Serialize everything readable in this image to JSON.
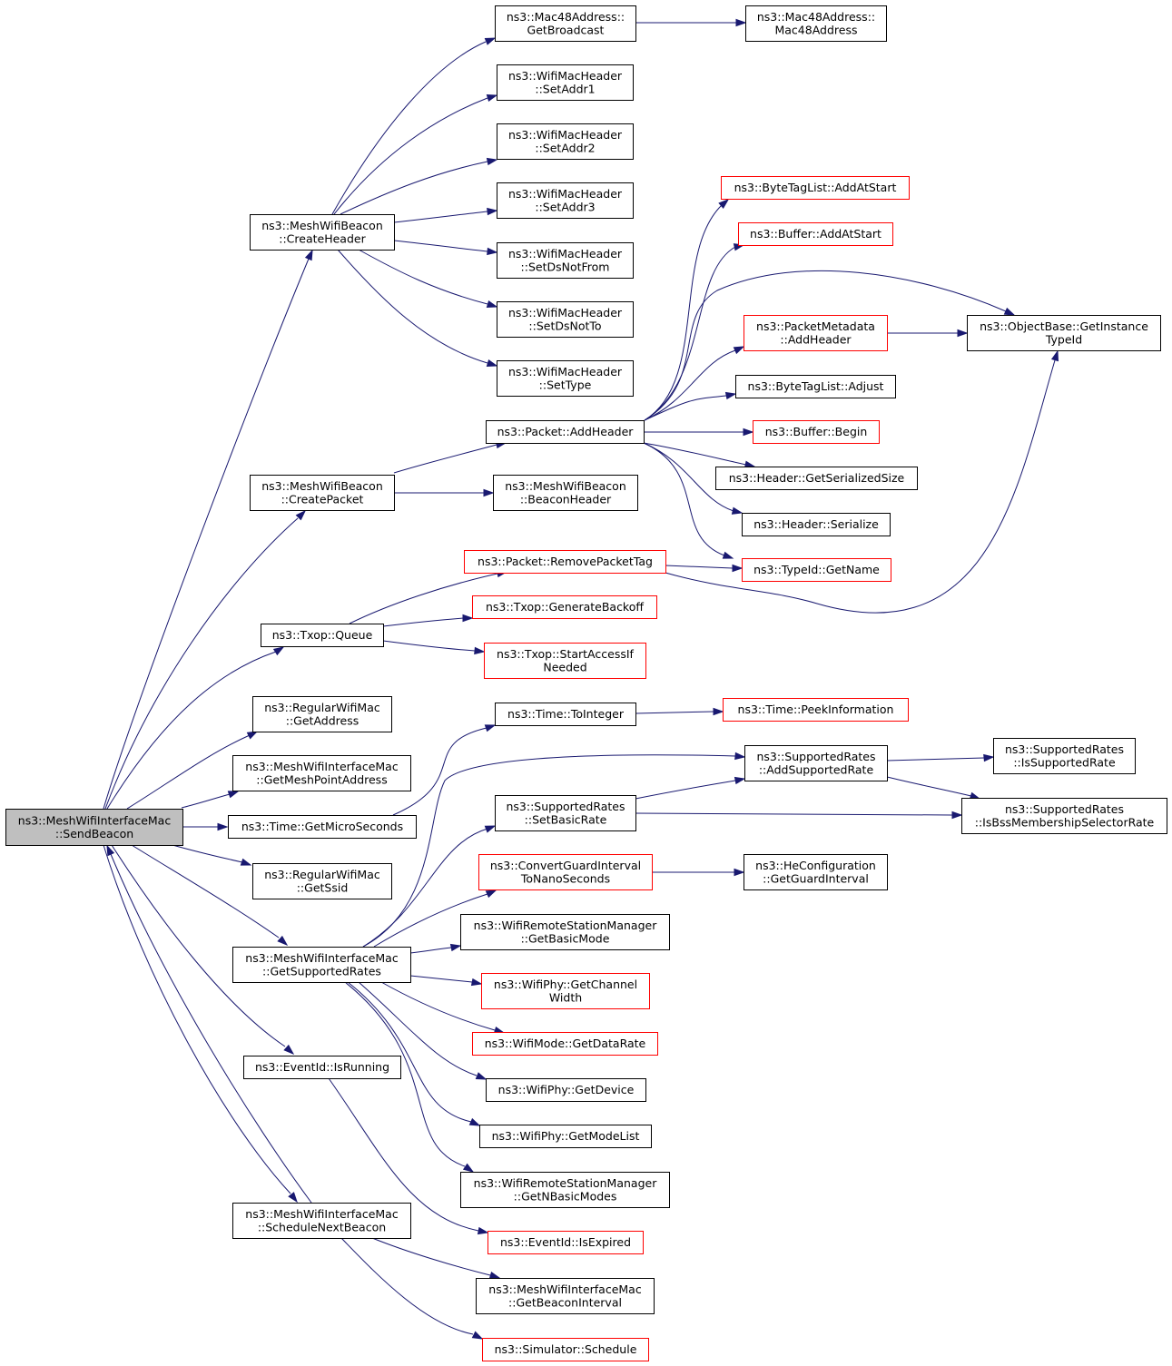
{
  "diagram": {
    "colors": {
      "edge": "#191970",
      "box_border": "#000000",
      "truncated_border": "#ff0000",
      "root_fill": "#bfbfbf"
    },
    "nodes": {
      "send_beacon": {
        "lines": [
          "ns3::MeshWifiInterfaceMac",
          "::SendBeacon"
        ]
      },
      "create_header": {
        "lines": [
          "ns3::MeshWifiBeacon",
          "::CreateHeader"
        ]
      },
      "create_packet": {
        "lines": [
          "ns3::MeshWifiBeacon",
          "::CreatePacket"
        ]
      },
      "txop_queue": {
        "lines": [
          "ns3::Txop::Queue"
        ]
      },
      "regular_get_address": {
        "lines": [
          "ns3::RegularWifiMac",
          "::GetAddress"
        ]
      },
      "get_mesh_point_address": {
        "lines": [
          "ns3::MeshWifiInterfaceMac",
          "::GetMeshPointAddress"
        ]
      },
      "time_get_microseconds": {
        "lines": [
          "ns3::Time::GetMicroSeconds"
        ]
      },
      "regular_get_ssid": {
        "lines": [
          "ns3::RegularWifiMac",
          "::GetSsid"
        ]
      },
      "get_supported_rates": {
        "lines": [
          "ns3::MeshWifiInterfaceMac",
          "::GetSupportedRates"
        ]
      },
      "eventid_is_running": {
        "lines": [
          "ns3::EventId::IsRunning"
        ]
      },
      "schedule_next_beacon": {
        "lines": [
          "ns3::MeshWifiInterfaceMac",
          "::ScheduleNextBeacon"
        ]
      },
      "mac48_get_broadcast": {
        "lines": [
          "ns3::Mac48Address::",
          "GetBroadcast"
        ]
      },
      "mac48_ctor": {
        "lines": [
          "ns3::Mac48Address::",
          "Mac48Address"
        ]
      },
      "set_addr1": {
        "lines": [
          "ns3::WifiMacHeader",
          "::SetAddr1"
        ]
      },
      "set_addr2": {
        "lines": [
          "ns3::WifiMacHeader",
          "::SetAddr2"
        ]
      },
      "set_addr3": {
        "lines": [
          "ns3::WifiMacHeader",
          "::SetAddr3"
        ]
      },
      "set_ds_not_from": {
        "lines": [
          "ns3::WifiMacHeader",
          "::SetDsNotFrom"
        ]
      },
      "set_ds_not_to": {
        "lines": [
          "ns3::WifiMacHeader",
          "::SetDsNotTo"
        ]
      },
      "set_type": {
        "lines": [
          "ns3::WifiMacHeader",
          "::SetType"
        ]
      },
      "packet_add_header": {
        "lines": [
          "ns3::Packet::AddHeader"
        ]
      },
      "beacon_header": {
        "lines": [
          "ns3::MeshWifiBeacon",
          "::BeaconHeader"
        ]
      },
      "remove_packet_tag": {
        "lines": [
          "ns3::Packet::RemovePacketTag"
        ]
      },
      "generate_backoff": {
        "lines": [
          "ns3::Txop::GenerateBackoff"
        ]
      },
      "start_access_if_needed": {
        "lines": [
          "ns3::Txop::StartAccessIf",
          "Needed"
        ]
      },
      "time_to_integer": {
        "lines": [
          "ns3::Time::ToInteger"
        ]
      },
      "set_basic_rate": {
        "lines": [
          "ns3::SupportedRates",
          "::SetBasicRate"
        ]
      },
      "convert_guard_interval": {
        "lines": [
          "ns3::ConvertGuardInterval",
          "ToNanoSeconds"
        ]
      },
      "rsm_get_basic_mode": {
        "lines": [
          "ns3::WifiRemoteStationManager",
          "::GetBasicMode"
        ]
      },
      "phy_get_channel_width": {
        "lines": [
          "ns3::WifiPhy::GetChannel",
          "Width"
        ]
      },
      "mode_get_data_rate": {
        "lines": [
          "ns3::WifiMode::GetDataRate"
        ]
      },
      "phy_get_device": {
        "lines": [
          "ns3::WifiPhy::GetDevice"
        ]
      },
      "phy_get_mode_list": {
        "lines": [
          "ns3::WifiPhy::GetModeList"
        ]
      },
      "rsm_get_n_basic_modes": {
        "lines": [
          "ns3::WifiRemoteStationManager",
          "::GetNBasicModes"
        ]
      },
      "eventid_is_expired": {
        "lines": [
          "ns3::EventId::IsExpired"
        ]
      },
      "get_beacon_interval": {
        "lines": [
          "ns3::MeshWifiInterfaceMac",
          "::GetBeaconInterval"
        ]
      },
      "simulator_schedule": {
        "lines": [
          "ns3::Simulator::Schedule"
        ]
      },
      "bytetaglist_add_at_start": {
        "lines": [
          "ns3::ByteTagList::AddAtStart"
        ]
      },
      "buffer_add_at_start": {
        "lines": [
          "ns3::Buffer::AddAtStart"
        ]
      },
      "packet_metadata_add_header": {
        "lines": [
          "ns3::PacketMetadata",
          "::AddHeader"
        ]
      },
      "bytetaglist_adjust": {
        "lines": [
          "ns3::ByteTagList::Adjust"
        ]
      },
      "buffer_begin": {
        "lines": [
          "ns3::Buffer::Begin"
        ]
      },
      "header_get_serialized_size": {
        "lines": [
          "ns3::Header::GetSerializedSize"
        ]
      },
      "header_serialize": {
        "lines": [
          "ns3::Header::Serialize"
        ]
      },
      "typeid_get_name": {
        "lines": [
          "ns3::TypeId::GetName"
        ]
      },
      "objectbase_get_instance_typeid": {
        "lines": [
          "ns3::ObjectBase::GetInstance",
          "TypeId"
        ]
      },
      "time_peek_information": {
        "lines": [
          "ns3::Time::PeekInformation"
        ]
      },
      "add_supported_rate": {
        "lines": [
          "ns3::SupportedRates",
          "::AddSupportedRate"
        ]
      },
      "is_supported_rate": {
        "lines": [
          "ns3::SupportedRates",
          "::IsSupportedRate"
        ]
      },
      "is_bss_membership_selector_rate": {
        "lines": [
          "ns3::SupportedRates",
          "::IsBssMembershipSelectorRate"
        ]
      },
      "he_get_guard_interval": {
        "lines": [
          "ns3::HeConfiguration",
          "::GetGuardInterval"
        ]
      }
    }
  }
}
